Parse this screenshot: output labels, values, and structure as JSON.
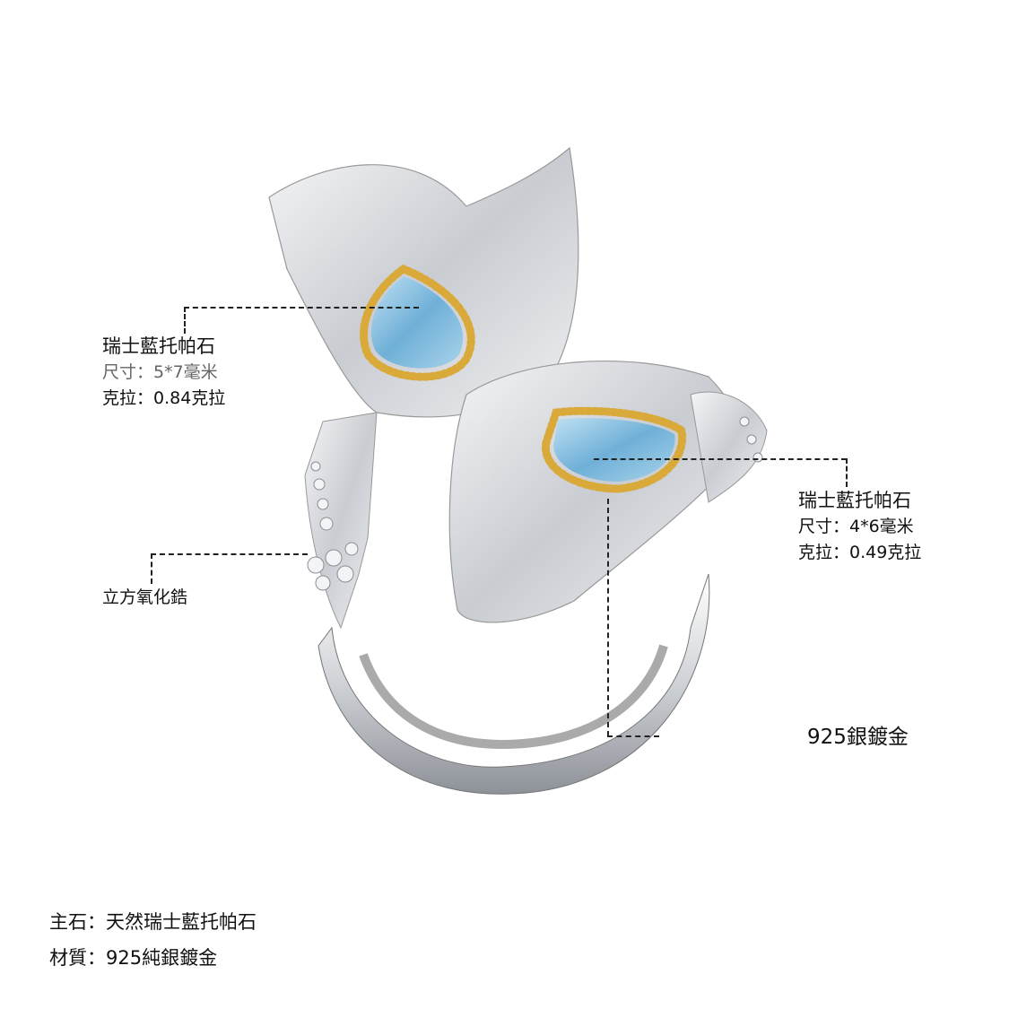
{
  "callouts": {
    "main_stone_large": {
      "name": "瑞士藍托帕石",
      "size": "尺寸：5*7毫米",
      "carat": "克拉：0.84克拉"
    },
    "main_stone_small": {
      "name": "瑞士藍托帕石",
      "size": "尺寸：4*6毫米",
      "carat": "克拉：0.49克拉"
    },
    "side_stone": {
      "name": "立方氧化鋯"
    },
    "metal": {
      "name": "925銀鍍金"
    }
  },
  "specs": {
    "main_stone": "主石：天然瑞士藍托帕石",
    "material": "材質：925純銀鍍金"
  },
  "colors": {
    "silver": "#d9dce0",
    "gold": "#d9a93a",
    "topaz": "#7fb9dc"
  }
}
